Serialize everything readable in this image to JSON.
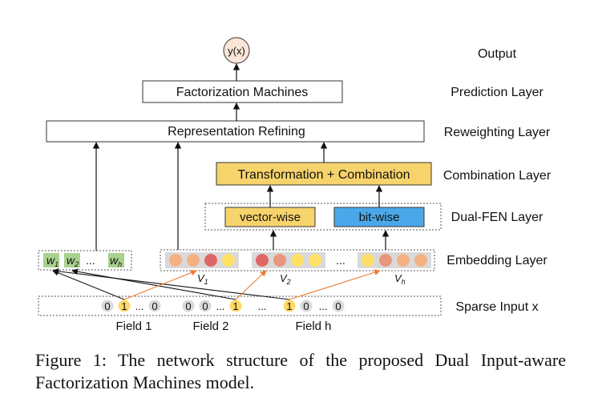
{
  "output_node": "y(x)",
  "layer_names": {
    "output": "Output",
    "prediction": "Prediction Layer",
    "reweighting": "Reweighting Layer",
    "combination": "Combination Layer",
    "dual_fen": "Dual-FEN Layer",
    "embedding": "Embedding Layer",
    "sparse": "Sparse Input x"
  },
  "boxes": {
    "fm": "Factorization Machines",
    "refining": "Representation Refining",
    "combination": "Transformation + Combination",
    "vector_wise": "vector-wise",
    "bit_wise": "bit-wise"
  },
  "weights": {
    "w1": "w",
    "w1_sub": "1",
    "w2": "w",
    "w2_sub": "2",
    "ellipsis": "...",
    "wh": "w",
    "wh_sub": "h"
  },
  "embedding_labels": {
    "v1": "V",
    "v1_sub": "1",
    "v2": "V",
    "v2_sub": "2",
    "vh": "V",
    "vh_sub": "h",
    "ellipsis": "..."
  },
  "sparse_inputs": {
    "field1": [
      "0",
      "1",
      "...",
      "0"
    ],
    "field2": [
      "0",
      "0",
      "...",
      "1"
    ],
    "middle_ellipsis": "...",
    "fieldh": [
      "1",
      "0",
      "...",
      "0"
    ]
  },
  "field_labels": {
    "field1": "Field 1",
    "field2": "Field 2",
    "fieldh": "Field h"
  },
  "caption": "Figure 1: The network structure of the proposed Dual Input-aware Factorization Machines model.",
  "colors": {
    "combination_fill": "#f7d36b",
    "vector_wise_fill": "#f7d36b",
    "bit_wise_fill": "#4aa8ea",
    "weight_fill": "#a9d18e",
    "emb_bg": "#d9d9d9",
    "emb_orange": "#f4b183",
    "emb_red": "#e06666",
    "emb_yellow": "#ffe066",
    "emb_salmon": "#e9967a",
    "sparse_one": "#ffd966",
    "sparse_zero": "#d9d9d9",
    "orange_arrow": "#ed7d31"
  }
}
